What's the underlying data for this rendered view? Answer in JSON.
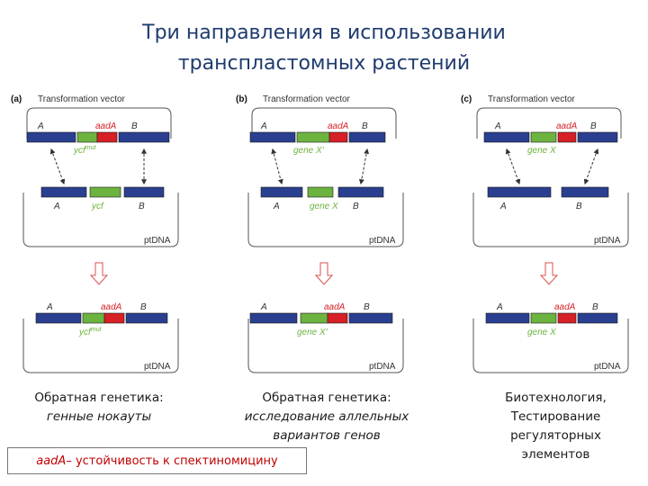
{
  "title": {
    "line1": "Три направления в использовании",
    "line2": "транспластомных растений"
  },
  "colors": {
    "flank_blue": "#2a3f8f",
    "gene_green": "#6db33f",
    "marker_red": "#d71f26",
    "title_blue": "#1f3b6e",
    "note_red": "#c00000",
    "arrow_red": "#d9534f"
  },
  "panels": [
    {
      "tag": "(a)",
      "vector_label": "Transformation vector",
      "vector_a": "A",
      "vector_b": "B",
      "vector_marker": "aadA",
      "vector_gene": "ycf",
      "vector_gene_sup": "mut",
      "pt_a": "A",
      "pt_b": "B",
      "pt_gene": "ycf",
      "pt_label": "ptDNA",
      "result_a": "A",
      "result_b": "B",
      "result_marker": "aadA",
      "result_gene": "ycf",
      "result_gene_sup": "mut",
      "result_label": "ptDNA"
    },
    {
      "tag": "(b)",
      "vector_label": "Transformation vector",
      "vector_a": "A",
      "vector_b": "B",
      "vector_marker": "aadA",
      "vector_gene": "gene X'",
      "vector_gene_sup": "",
      "pt_a": "A",
      "pt_b": "B",
      "pt_gene": "gene X",
      "pt_label": "ptDNA",
      "result_a": "A",
      "result_b": "B",
      "result_marker": "aadA",
      "result_gene": "gene X'",
      "result_gene_sup": "",
      "result_label": "ptDNA"
    },
    {
      "tag": "(c)",
      "vector_label": "Transformation vector",
      "vector_a": "A",
      "vector_b": "B",
      "vector_marker": "aadA",
      "vector_gene": "gene X",
      "vector_gene_sup": "",
      "pt_a": "A",
      "pt_b": "B",
      "pt_gene": "",
      "pt_label": "ptDNA",
      "result_a": "A",
      "result_b": "B",
      "result_marker": "aadA",
      "result_gene": "gene X",
      "result_gene_sup": "",
      "result_label": "ptDNA"
    }
  ],
  "captions": {
    "a_line1": "Обратная генетика:",
    "a_line2": "генные нокауты",
    "b_line1": "Обратная генетика:",
    "b_line2": "исследование аллельных",
    "b_line3": "вариантов генов",
    "c_line1": "Биотехнология,",
    "c_line2": "Тестирование",
    "c_line3": "регуляторных",
    "c_line4": "элементов"
  },
  "note": {
    "gene": "aadA",
    "text": " – устойчивость к спектиномицину"
  }
}
